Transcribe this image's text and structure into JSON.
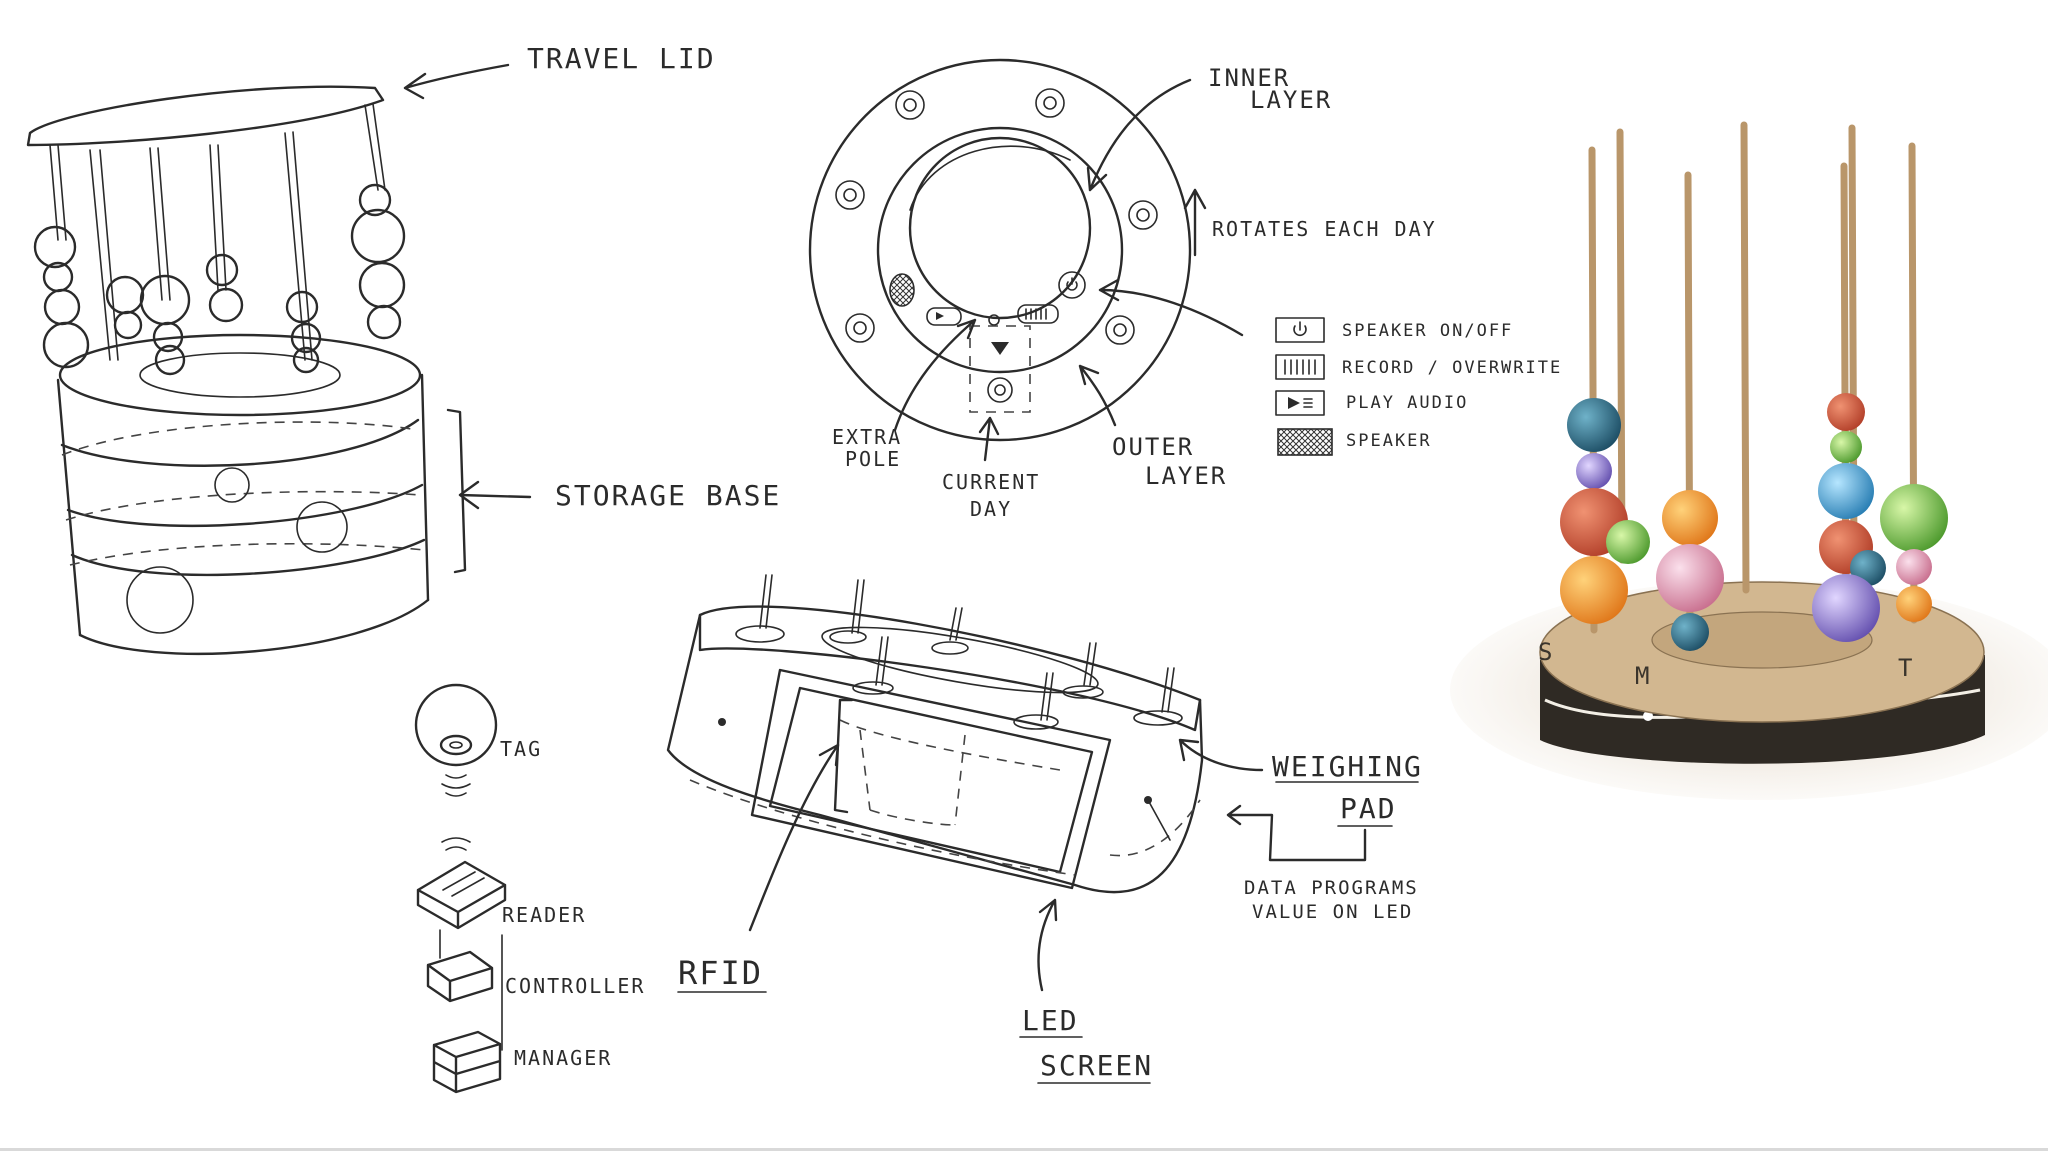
{
  "labels": {
    "travel_lid": "TRAVEL LID",
    "storage_base": "STORAGE BASE",
    "inner_layer_1": "INNER",
    "inner_layer_2": "LAYER",
    "rotates_each_day": "ROTATES EACH DAY",
    "extra_pole_1": "EXTRA",
    "extra_pole_2": "POLE",
    "current_day_1": "CURRENT",
    "current_day_2": "DAY",
    "outer_layer_1": "OUTER",
    "outer_layer_2": "LAYER",
    "tag": "TAG",
    "reader": "READER",
    "controller": "CONTROLLER",
    "manager": "MANAGER",
    "rfid": "RFID",
    "led_screen_1": "LED",
    "led_screen_2": "SCREEN",
    "weighing_pad_1": "WEIGHING",
    "weighing_pad_2": "PAD",
    "data_programs_1": "DATA PROGRAMS",
    "data_programs_2": "VALUE ON LED"
  },
  "legend": [
    {
      "label": "SPEAKER ON/OFF",
      "icon": "power-icon"
    },
    {
      "label": "RECORD / OVERWRITE",
      "icon": "record-icon"
    },
    {
      "label": "PLAY AUDIO",
      "icon": "play-audio-icon"
    },
    {
      "label": "SPEAKER",
      "icon": "speaker-grille-icon"
    }
  ],
  "render_day_letters": [
    "S",
    "M",
    "T"
  ],
  "colors": {
    "ink": "#2b2b2b",
    "wood": "#c9a77a",
    "base_dark": "#3a342c",
    "bead_teal": "#2d6f8a",
    "bead_orange": "#f0932b",
    "bead_red": "#d65a3a",
    "bead_pink": "#e6a4bf",
    "bead_purple": "#8c78c9",
    "bead_green": "#7fc35a",
    "bead_blue": "#4aa5d6"
  }
}
